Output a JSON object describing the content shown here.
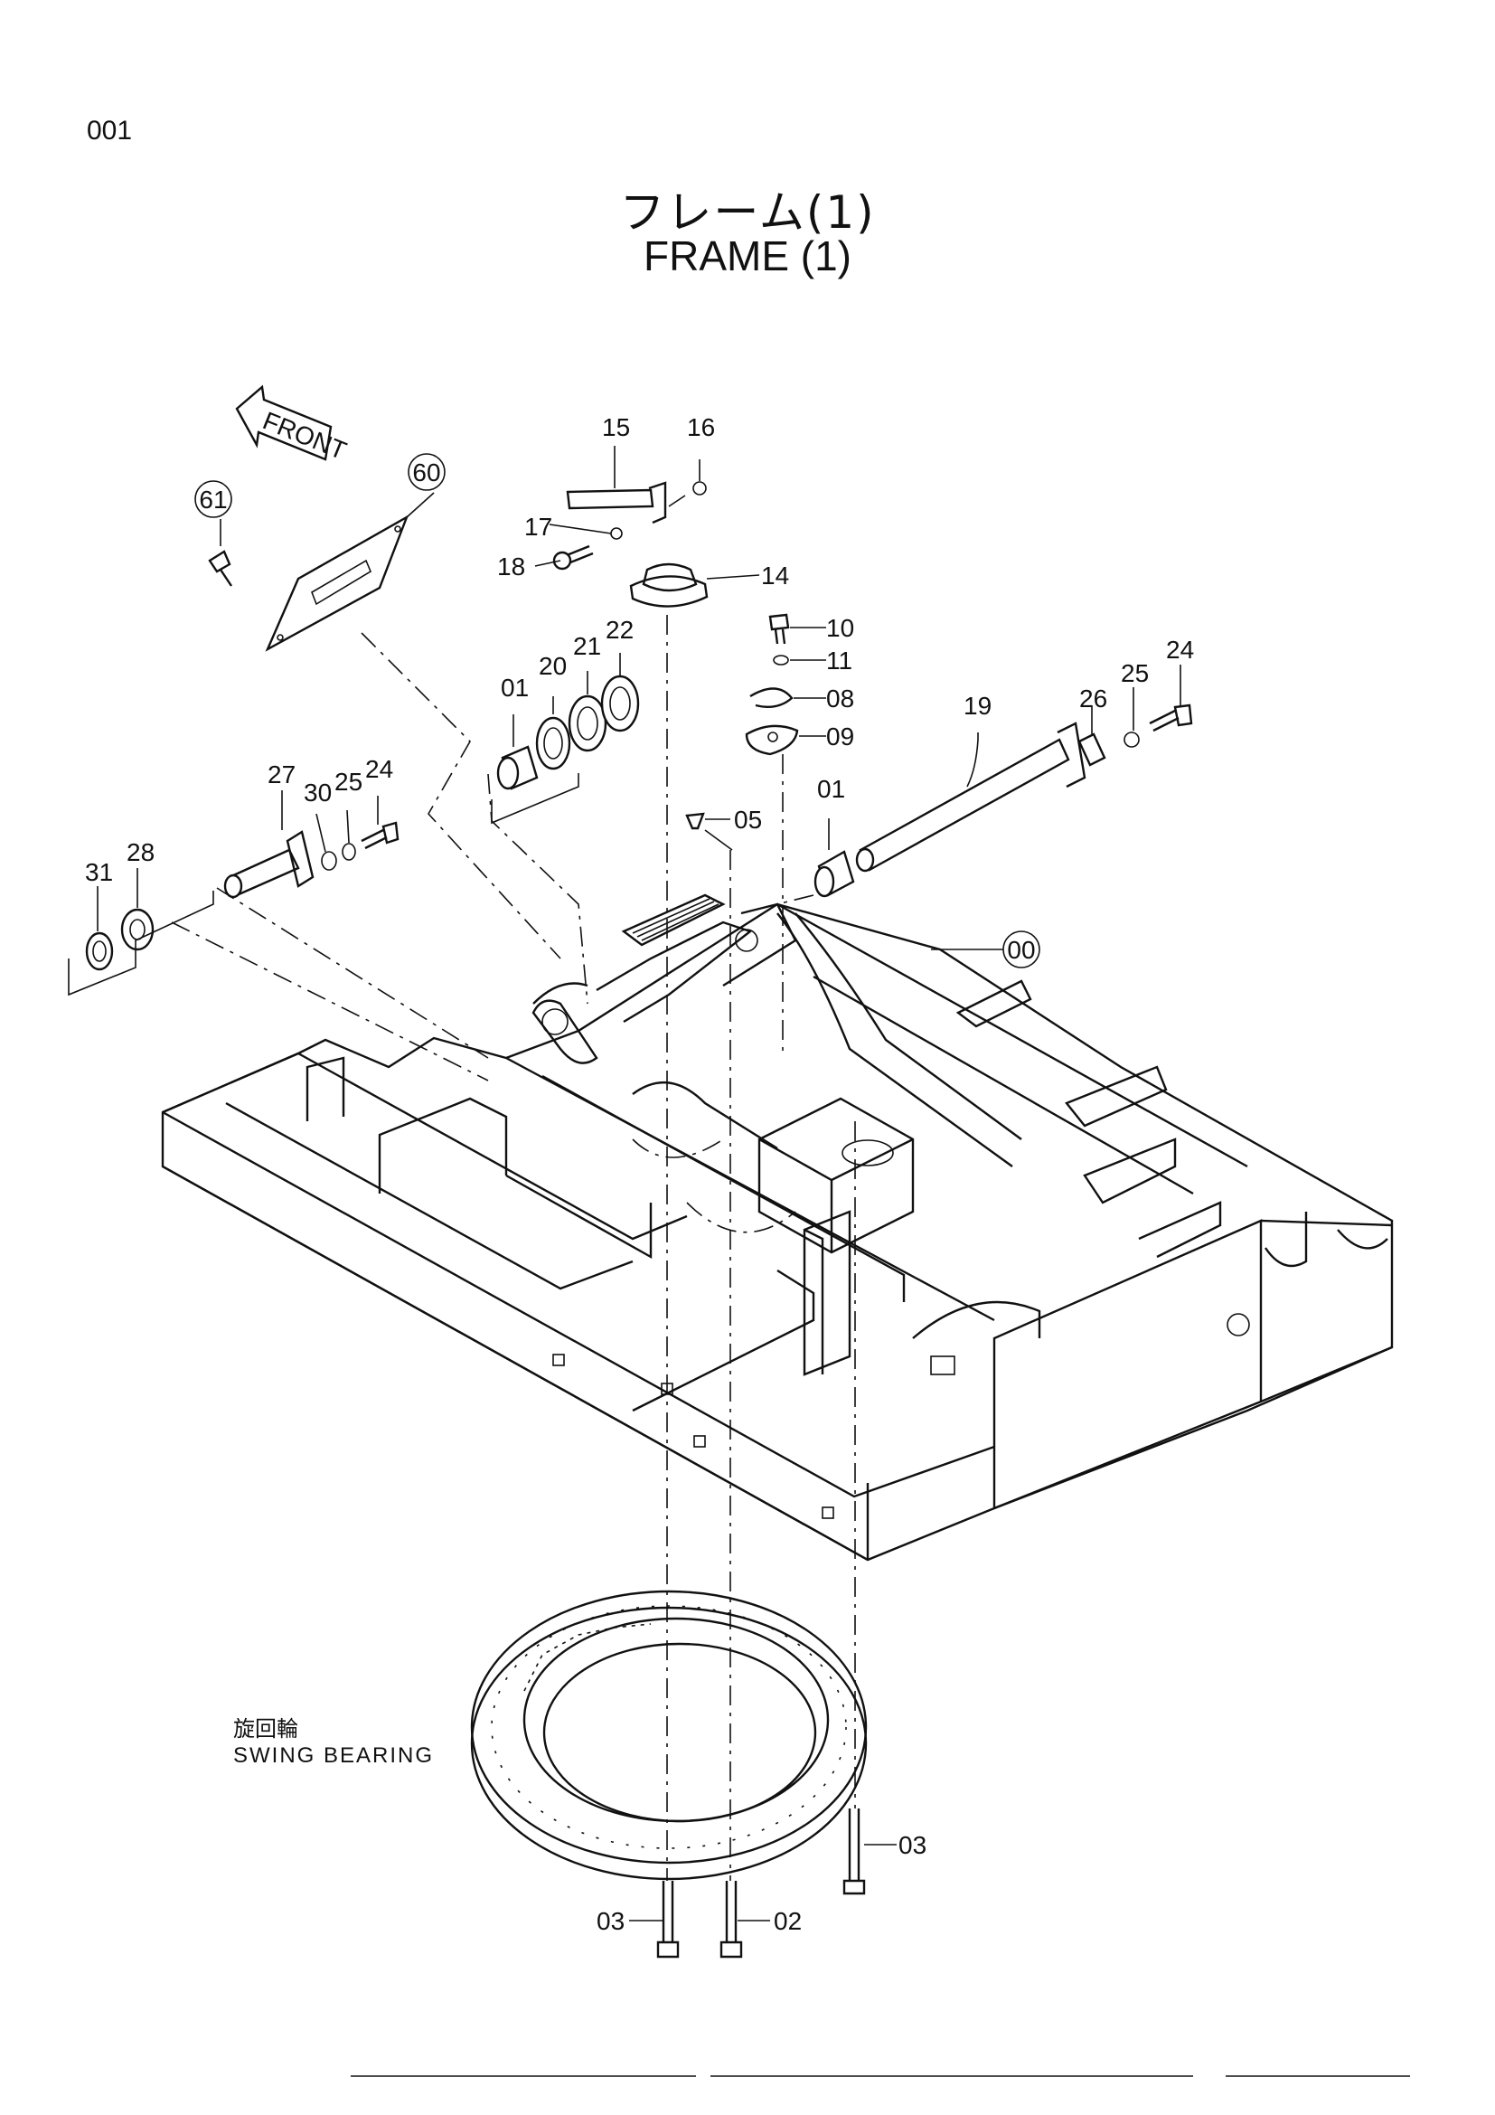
{
  "page_number": "001",
  "title": {
    "japanese": "フレーム(1)",
    "english": "FRAME (1)"
  },
  "front_arrow_label": "FRONT",
  "swing_bearing": {
    "japanese": "旋回輪",
    "english": "SWING BEARING"
  },
  "callouts": {
    "c00": "00",
    "c60": "60",
    "c61": "61",
    "c01a": "01",
    "c01b": "01",
    "c02": "02",
    "c03a": "03",
    "c03b": "03",
    "c05": "05",
    "c08": "08",
    "c09": "09",
    "c10": "10",
    "c11": "11",
    "c14": "14",
    "c15": "15",
    "c16": "16",
    "c17": "17",
    "c18": "18",
    "c19": "19",
    "c20": "20",
    "c21": "21",
    "c22": "22",
    "c24a": "24",
    "c24b": "24",
    "c25a": "25",
    "c25b": "25",
    "c26": "26",
    "c27": "27",
    "c28": "28",
    "c30": "30",
    "c31": "31"
  }
}
